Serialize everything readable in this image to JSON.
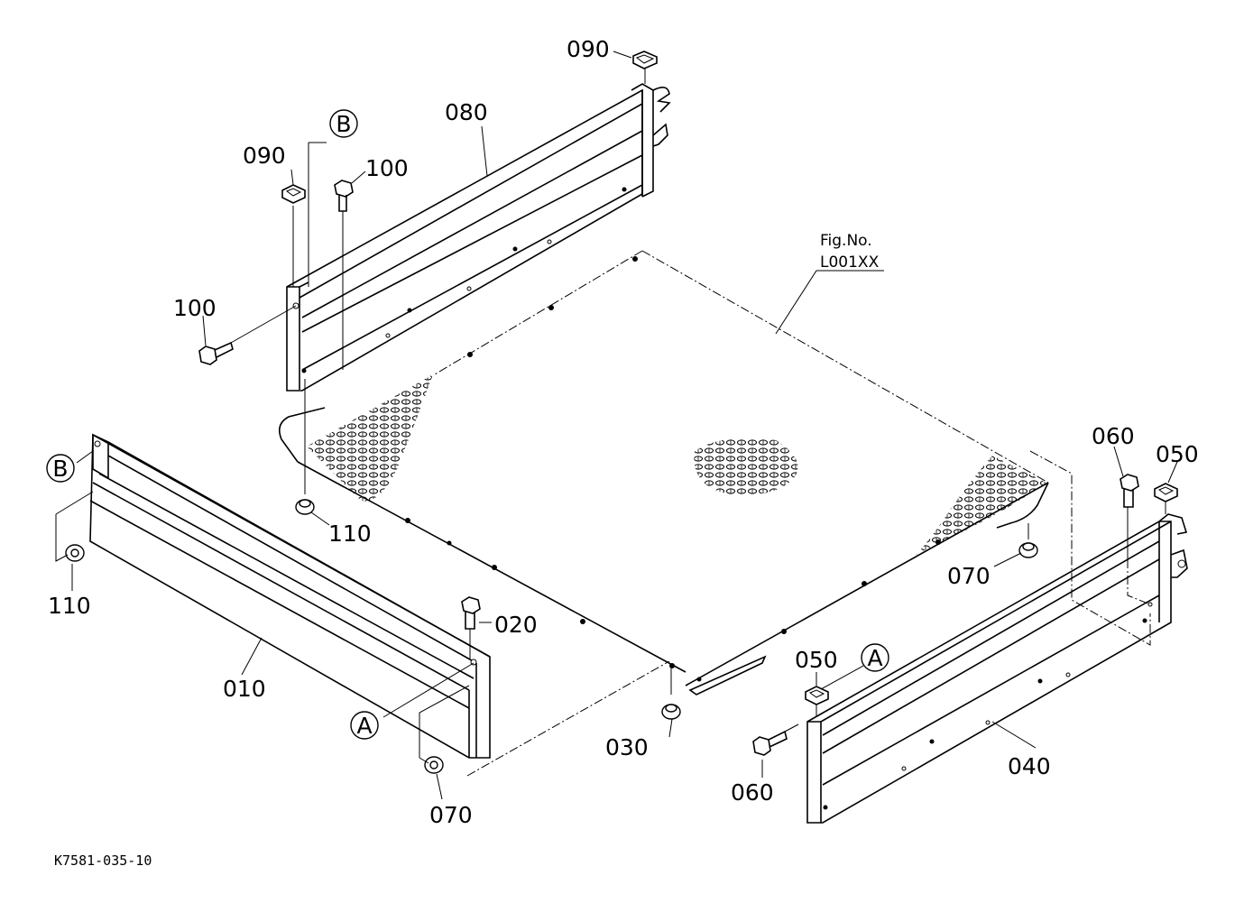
{
  "figure_ref": {
    "line1": "Fig.No.",
    "line2": "L001XX"
  },
  "drawing_code": "K7581-035-10",
  "markers": {
    "a": "A",
    "b": "B"
  },
  "parts": {
    "p010": "010",
    "p020": "020",
    "p030": "030",
    "p040": "040",
    "p050": "050",
    "p060": "060",
    "p070": "070",
    "p080": "080",
    "p090": "090",
    "p100": "100",
    "p110": "110"
  }
}
